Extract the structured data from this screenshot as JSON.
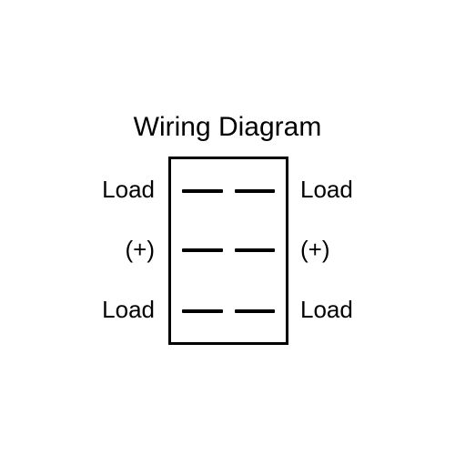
{
  "diagram": {
    "title": "Wiring Diagram",
    "rows": [
      {
        "left_label": "Load",
        "right_label": "Load"
      },
      {
        "left_label": "(+)",
        "right_label": "(+)"
      },
      {
        "left_label": "Load",
        "right_label": "Load"
      }
    ]
  }
}
